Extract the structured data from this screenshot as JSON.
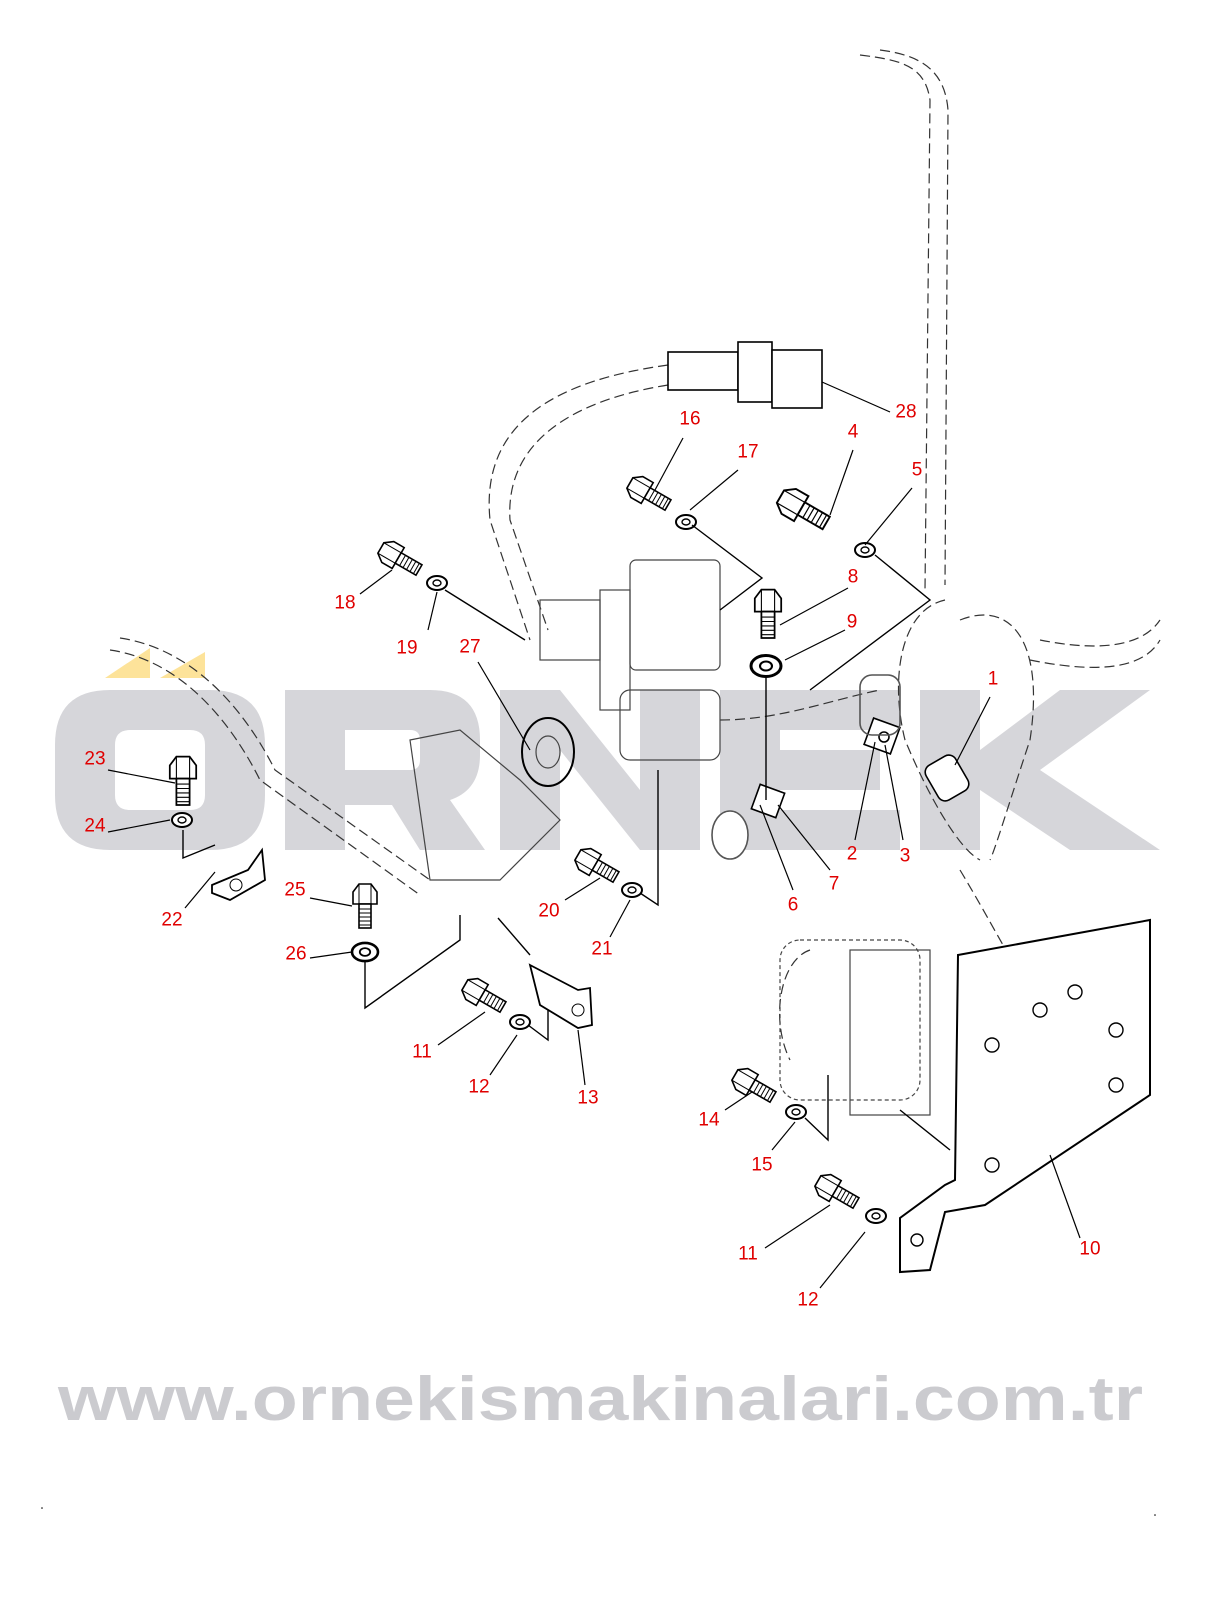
{
  "watermark": {
    "brand": "ÖRNEK",
    "brand_letters": "ORNEK",
    "url": "www.ornekismakinalari.com.tr",
    "brand_color": "#d6d6da",
    "accent_color": "#fde39a"
  },
  "label_color": "#e00000",
  "callouts": [
    {
      "id": "c28",
      "text": "28"
    },
    {
      "id": "c16",
      "text": "16"
    },
    {
      "id": "c17",
      "text": "17"
    },
    {
      "id": "c4",
      "text": "4"
    },
    {
      "id": "c5",
      "text": "5"
    },
    {
      "id": "c8",
      "text": "8"
    },
    {
      "id": "c18",
      "text": "18"
    },
    {
      "id": "c19",
      "text": "19"
    },
    {
      "id": "c9",
      "text": "9"
    },
    {
      "id": "c27",
      "text": "27"
    },
    {
      "id": "c1",
      "text": "1"
    },
    {
      "id": "c23",
      "text": "23"
    },
    {
      "id": "c24",
      "text": "24"
    },
    {
      "id": "c2",
      "text": "2"
    },
    {
      "id": "c3",
      "text": "3"
    },
    {
      "id": "c7",
      "text": "7"
    },
    {
      "id": "c6",
      "text": "6"
    },
    {
      "id": "c25",
      "text": "25"
    },
    {
      "id": "c20",
      "text": "20"
    },
    {
      "id": "c22",
      "text": "22"
    },
    {
      "id": "c21",
      "text": "21"
    },
    {
      "id": "c26",
      "text": "26"
    },
    {
      "id": "c11a",
      "text": "11"
    },
    {
      "id": "c12a",
      "text": "12"
    },
    {
      "id": "c13",
      "text": "13"
    },
    {
      "id": "c14",
      "text": "14"
    },
    {
      "id": "c15",
      "text": "15"
    },
    {
      "id": "c10",
      "text": "10"
    },
    {
      "id": "c11b",
      "text": "11"
    },
    {
      "id": "c12b",
      "text": "12"
    }
  ]
}
